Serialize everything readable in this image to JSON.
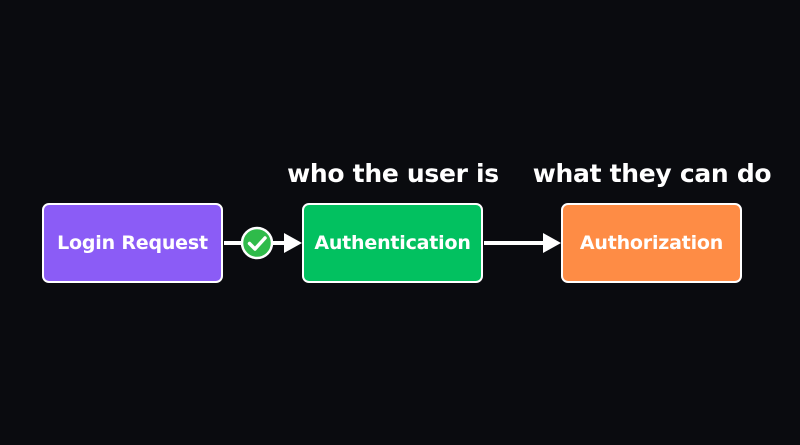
{
  "nodes": [
    {
      "id": "login",
      "label": "Login Request",
      "color": "#8b5cf6"
    },
    {
      "id": "auth",
      "label": "Authentication",
      "color": "#02c160",
      "caption": "who the user is"
    },
    {
      "id": "authz",
      "label": "Authorization",
      "color": "#fe8c45",
      "caption": "what they can do"
    }
  ],
  "edges": [
    {
      "from": "login",
      "to": "auth",
      "badge": "check-icon",
      "badge_color": "#2fbb4a"
    },
    {
      "from": "auth",
      "to": "authz"
    }
  ],
  "colors": {
    "background": "#0a0b0f",
    "stroke": "#ffffff"
  }
}
